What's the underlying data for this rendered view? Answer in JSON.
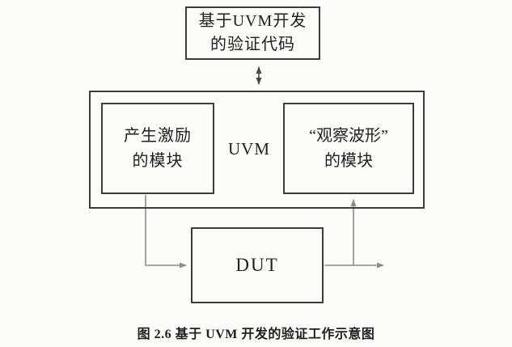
{
  "colors": {
    "background": "#fcfcfa",
    "box_border": "#3c3c3c",
    "text": "#1f1f1f",
    "dark_arrow": "#4a4a4a",
    "gray_arrow": "#8c8c8c"
  },
  "diagram": {
    "top_box": {
      "line1": "基于UVM开发",
      "line2": "的验证代码"
    },
    "uvm_container": {
      "label": "UVM"
    },
    "stimulus_box": {
      "line1": "产生激励",
      "line2": "的模块"
    },
    "observe_box": {
      "line1": "“观察波形”",
      "line2": "的模块"
    },
    "dut_box": {
      "label": "DUT"
    },
    "caption": "图 2.6 基于 UVM 开发的验证工作示意图"
  }
}
